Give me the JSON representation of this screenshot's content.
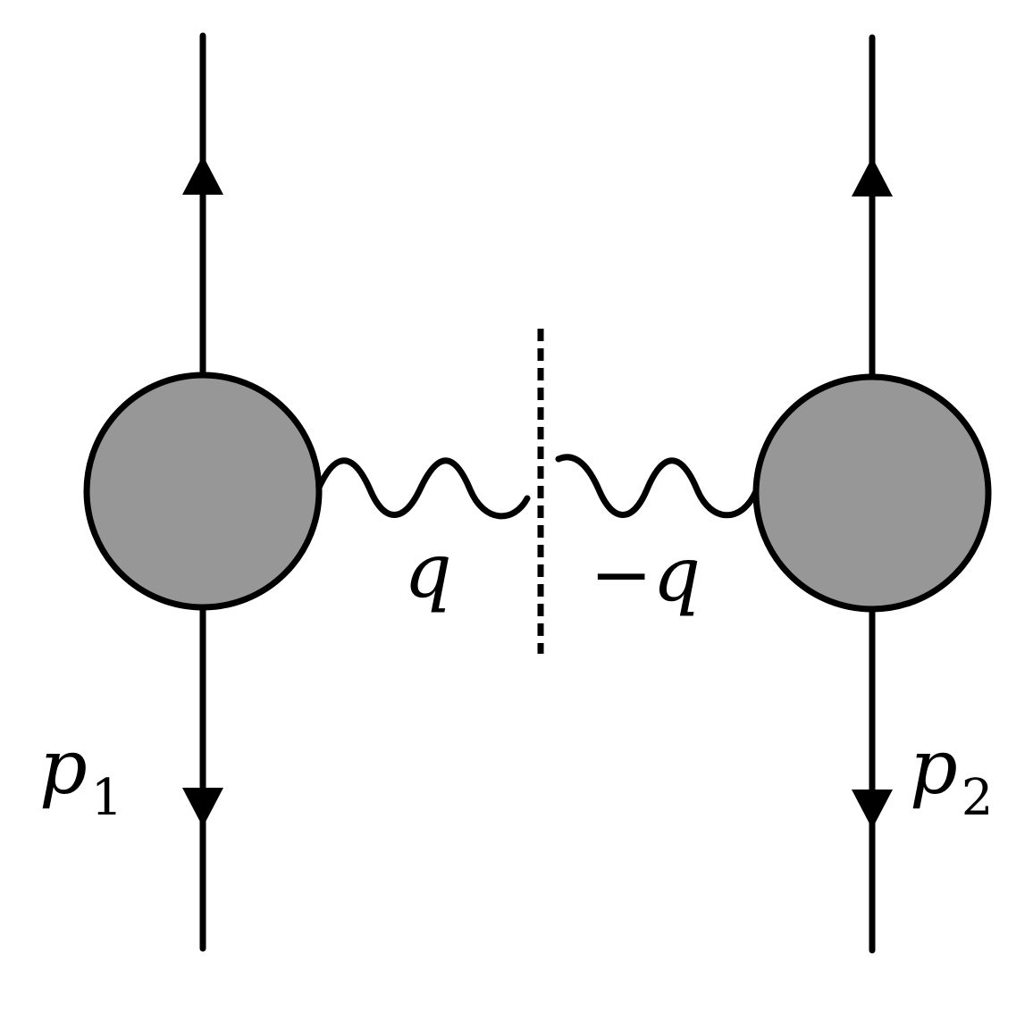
{
  "colors": {
    "line": "#000000",
    "blob_fill": "#979797",
    "background": "#ffffff"
  },
  "labels": {
    "left_photon_momentum": "q",
    "right_photon_momentum": "−q",
    "left_fermion_momentum": "p",
    "left_fermion_index": "1",
    "right_fermion_momentum": "p",
    "right_fermion_index": "2"
  },
  "diagram": {
    "fermion_lines": [
      {
        "name": "left-fermion-line",
        "arrow_upper": "up",
        "arrow_lower": "down"
      },
      {
        "name": "right-fermion-line",
        "arrow_upper": "up",
        "arrow_lower": "down"
      }
    ],
    "blobs": [
      "left-vertex-blob",
      "right-vertex-blob"
    ],
    "photons": [
      "left-photon-wavy-line",
      "right-photon-wavy-line"
    ],
    "cut": "dashed-cut-line"
  }
}
